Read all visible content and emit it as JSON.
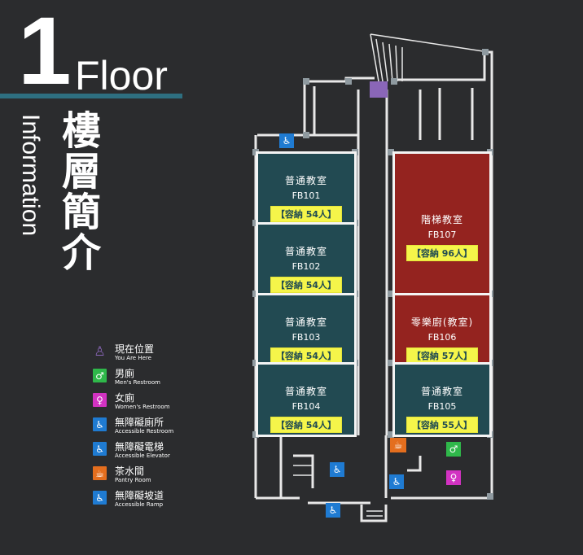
{
  "header": {
    "floor_number": "1",
    "floor_word": "Floor",
    "info_word": "Information",
    "zh_title": [
      "樓",
      "層",
      "簡",
      "介"
    ]
  },
  "legend": [
    {
      "zh": "現在位置",
      "en": "You Are Here",
      "icon": "you-are-here-icon",
      "color": "#8a66b8"
    },
    {
      "zh": "男廁",
      "en": "Men's Restroom",
      "icon": "mens-restroom-icon",
      "color": "#2fb84a"
    },
    {
      "zh": "女廁",
      "en": "Women's Restroom",
      "icon": "womens-restroom-icon",
      "color": "#d232c2"
    },
    {
      "zh": "無障礙廁所",
      "en": "Accessible Restroom",
      "icon": "accessible-restroom-icon",
      "color": "#1f7bd2"
    },
    {
      "zh": "無障礙電梯",
      "en": "Accessible Elevator",
      "icon": "accessible-elevator-icon",
      "color": "#1f7bd2"
    },
    {
      "zh": "茶水間",
      "en": "Pantry Room",
      "icon": "pantry-room-icon",
      "color": "#e46e1e"
    },
    {
      "zh": "無障礙坡道",
      "en": "Accessible Ramp",
      "icon": "accessible-ramp-icon",
      "color": "#1f7bd2"
    }
  ],
  "rooms": [
    {
      "name": "普通教室",
      "code": "FB101",
      "capacity": "【容納 54人】",
      "color": "teal"
    },
    {
      "name": "普通教室",
      "code": "FB102",
      "capacity": "【容納 54人】",
      "color": "teal"
    },
    {
      "name": "普通教室",
      "code": "FB103",
      "capacity": "【容納 54人】",
      "color": "teal"
    },
    {
      "name": "普通教室",
      "code": "FB104",
      "capacity": "【容納 54人】",
      "color": "teal"
    },
    {
      "name": "階梯教室",
      "code": "FB107",
      "capacity": "【容納 96人】",
      "color": "red"
    },
    {
      "name": "零樂廚(教室)",
      "code": "FB106",
      "capacity": "【容納 57人】",
      "color": "red"
    },
    {
      "name": "普通教室",
      "code": "FB105",
      "capacity": "【容納 55人】",
      "color": "teal"
    }
  ],
  "colors": {
    "background": "#2b2c2e",
    "teal_room": "#224a52",
    "red_room": "#94231f",
    "capacity_bg": "#f5f54a",
    "accent_bar": "#2e6f80"
  }
}
